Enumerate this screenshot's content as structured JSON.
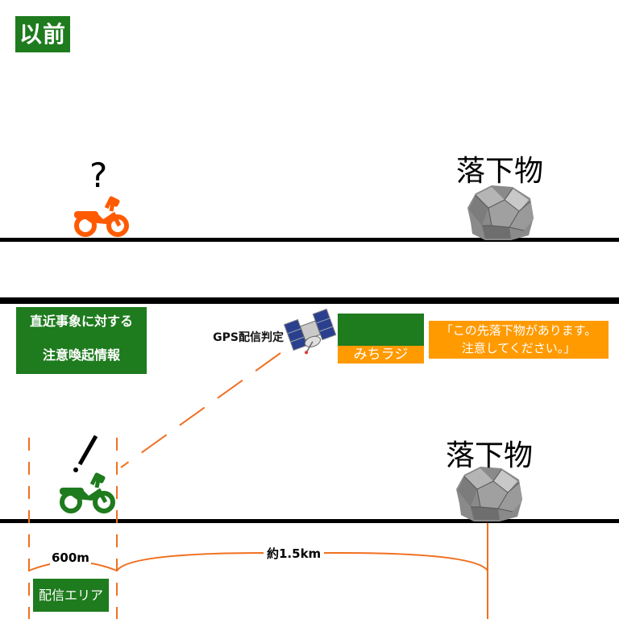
{
  "before": {
    "badge": "以前"
  },
  "top_scene": {
    "question_mark": "?",
    "object_label": "落下物"
  },
  "bottom_scene": {
    "notice_line1": "直近事象に対する",
    "notice_line2": "注意喚起情報",
    "gps_label": "GPS配信判定",
    "radio_name": "みちラジ",
    "message_line1": "「この先落下物があります。",
    "message_line2": "注意してください。」",
    "object_label": "落下物",
    "distance_area": "600m",
    "distance_object": "約1.5km",
    "area_label": "配信エリア"
  },
  "colors": {
    "green": "#1e7b1e",
    "orange": "#ff9a00",
    "bike_orange": "#ff5a00",
    "bike_green": "#1e7b1e",
    "dim_line": "#f07020"
  },
  "icons": [
    "motorcycle-icon",
    "rock-icon",
    "satellite-icon",
    "radio-waves-icon",
    "exclamation-icon"
  ]
}
